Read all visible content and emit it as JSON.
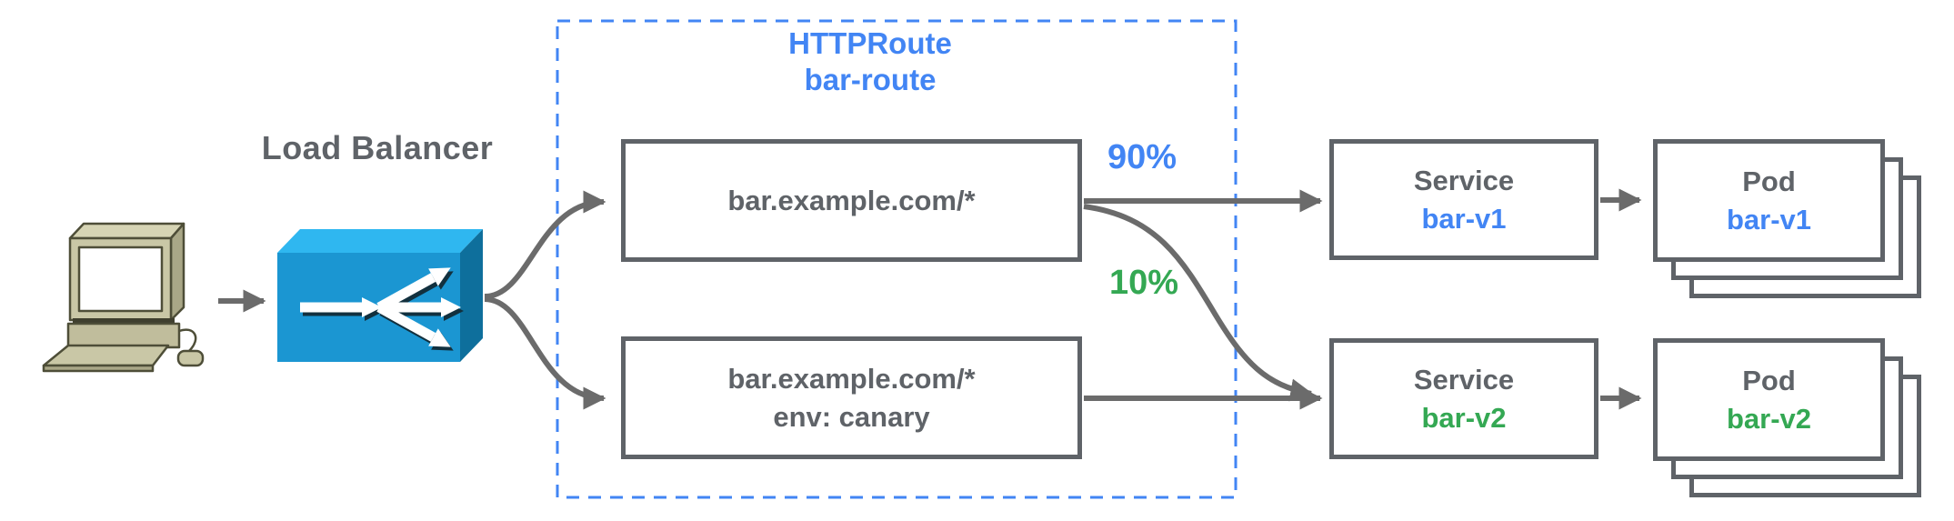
{
  "client": {
    "icon": "computer-icon"
  },
  "load_balancer": {
    "label": "Load Balancer",
    "icon": "load-balancer-box-icon"
  },
  "httproute": {
    "kind": "HTTPRoute",
    "name": "bar-route"
  },
  "routes": [
    {
      "host": "bar.example.com/*",
      "weight": "90%"
    },
    {
      "host": "bar.example.com/*",
      "header_match": "env: canary",
      "weight": "10%"
    }
  ],
  "services": [
    {
      "kind": "Service",
      "name": "bar-v1"
    },
    {
      "kind": "Service",
      "name": "bar-v2"
    }
  ],
  "pods": [
    {
      "kind": "Pod",
      "name": "bar-v1"
    },
    {
      "kind": "Pod",
      "name": "bar-v2"
    }
  ],
  "colors": {
    "blue": "#4285f4",
    "green": "#34a853",
    "gray_text": "#5f6368",
    "node_border": "#5f6368",
    "connector": "#6b6b6b",
    "dashed_boundary": "#4285f4",
    "lb_front": "#1b96d2",
    "lb_top": "#2fb7f0",
    "lb_side": "#0e6f9c"
  }
}
